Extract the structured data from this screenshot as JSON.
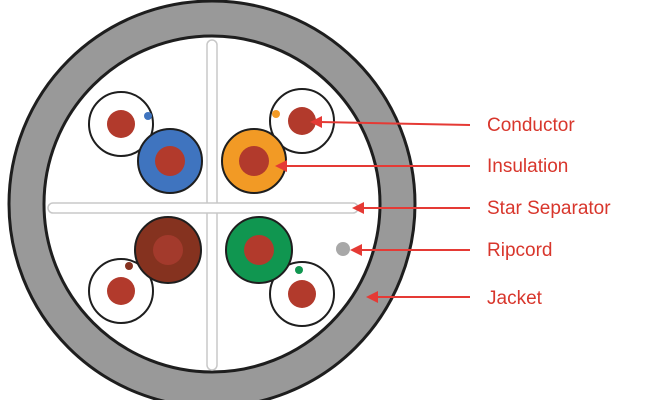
{
  "diagram": {
    "colors": {
      "jacket": "#999999",
      "outline": "#1e1e1e",
      "inner": "#ffffff",
      "separator": "#c8c8c8",
      "conductor": "#b23a2c",
      "blue_insulation": "#3f74bf",
      "orange_insulation": "#f29a25",
      "brown_insulation": "#85321f",
      "green_insulation": "#109650",
      "ripcord": "#a8a8a8",
      "callout": "#e53a35",
      "label_text": "#d8362c"
    },
    "labels": {
      "conductor": "Conductor",
      "insulation": "Insulation",
      "star_separator": "Star Separator",
      "ripcord": "Ripcord",
      "jacket": "Jacket"
    }
  }
}
